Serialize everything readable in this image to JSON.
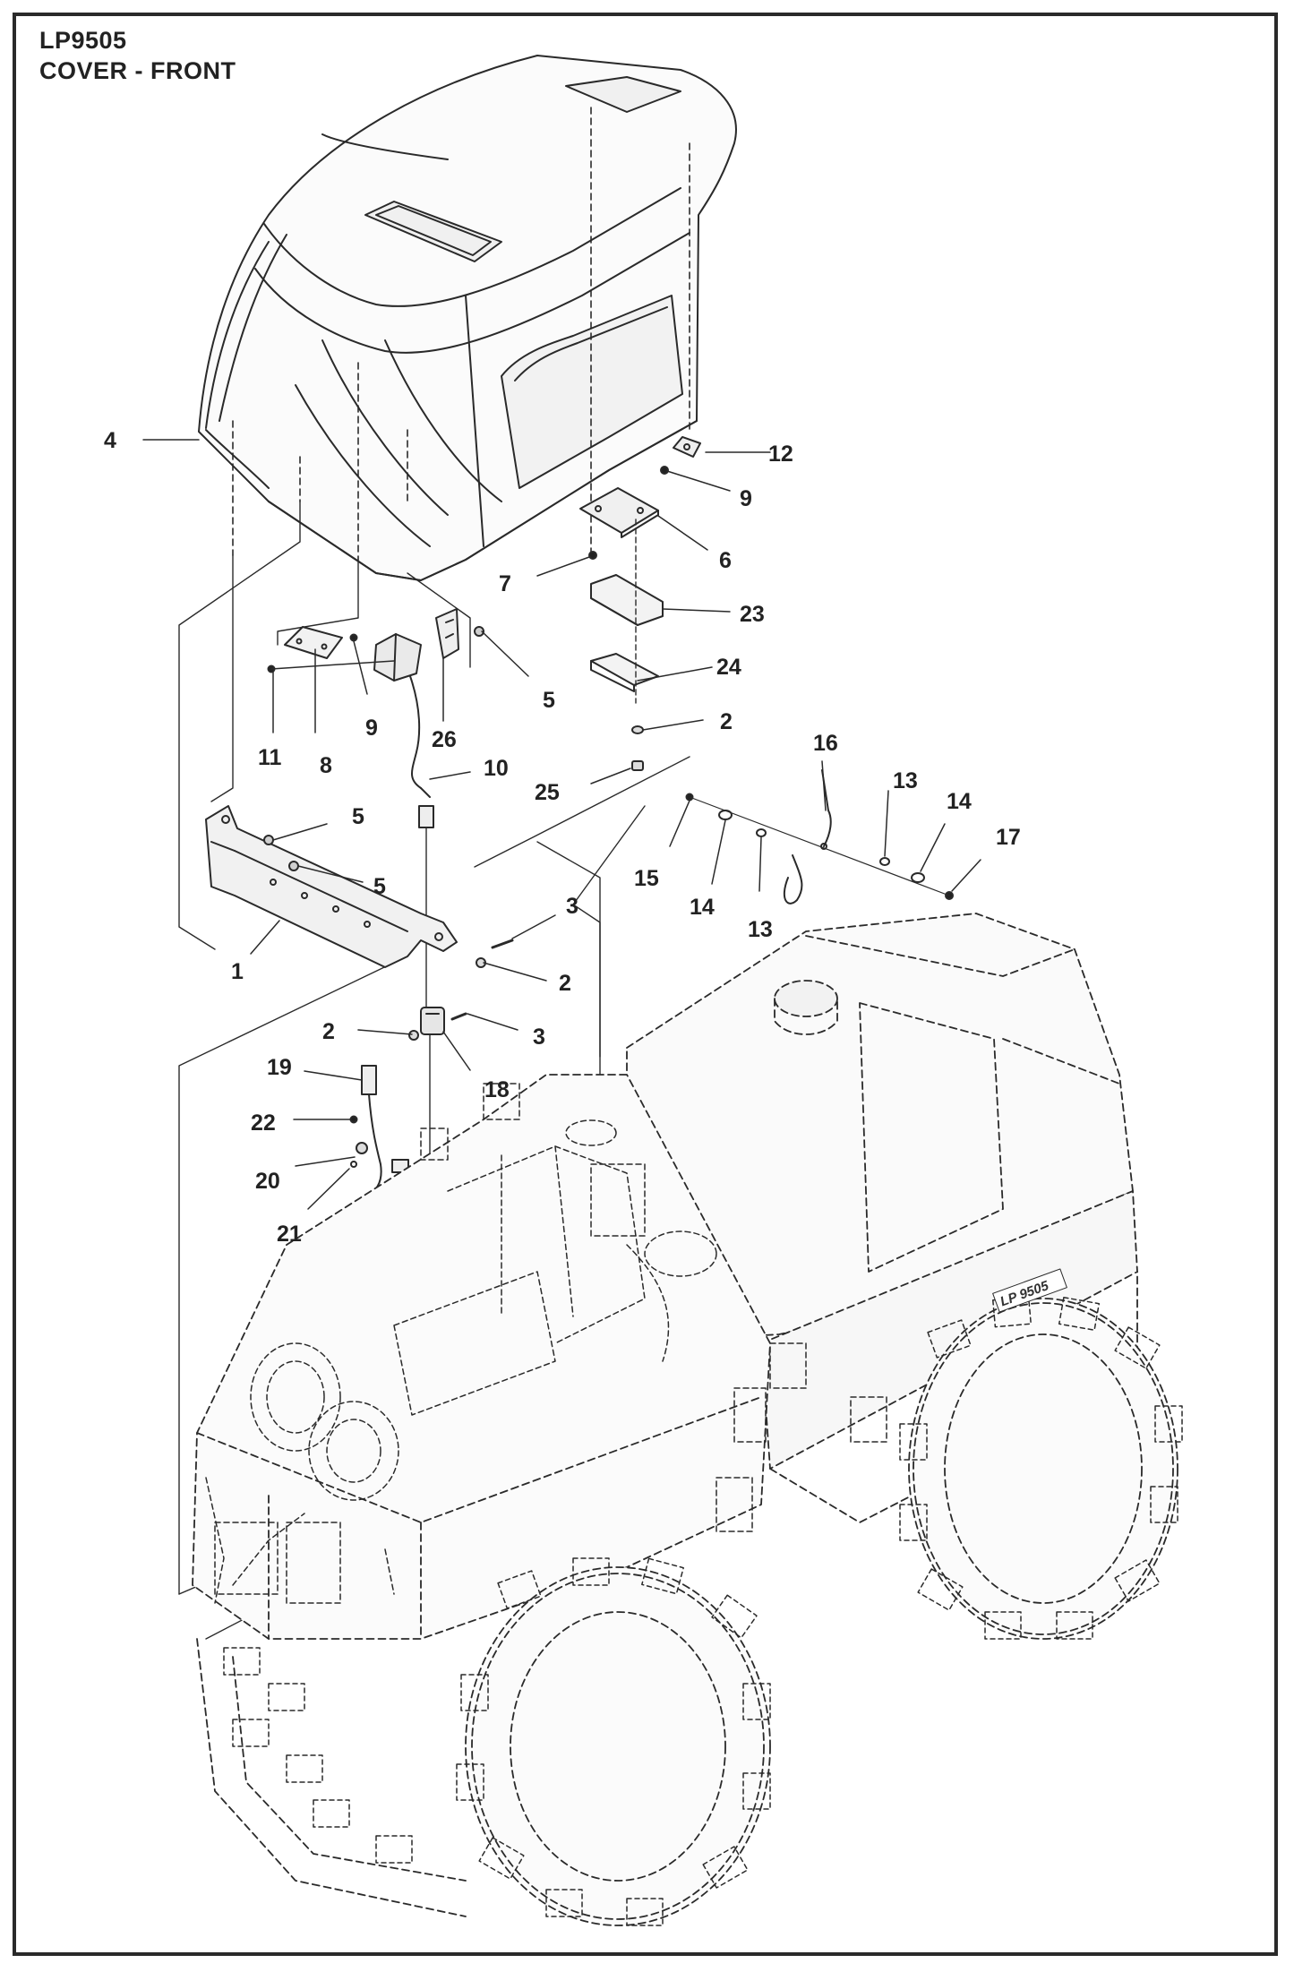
{
  "header": {
    "model": "LP9505",
    "section": "COVER - FRONT"
  },
  "machine_badge": "LP 9505",
  "callouts": {
    "c1": "1",
    "c2a": "2",
    "c2b": "2",
    "c2c": "2",
    "c3a": "3",
    "c3b": "3",
    "c4": "4",
    "c5a": "5",
    "c5b": "5",
    "c5c": "5",
    "c6": "6",
    "c7": "7",
    "c8": "8",
    "c9a": "9",
    "c9b": "9",
    "c10": "10",
    "c11": "11",
    "c12": "12",
    "c13a": "13",
    "c13b": "13",
    "c14a": "14",
    "c14b": "14",
    "c15": "15",
    "c16": "16",
    "c17": "17",
    "c18": "18",
    "c19": "19",
    "c20": "20",
    "c21": "21",
    "c22": "22",
    "c23": "23",
    "c24": "24",
    "c25": "25",
    "c26": "26"
  },
  "colors": {
    "line": "#2a2a2a",
    "fill_light": "#f4f4f4",
    "fill_mid": "#e6e6e6"
  }
}
